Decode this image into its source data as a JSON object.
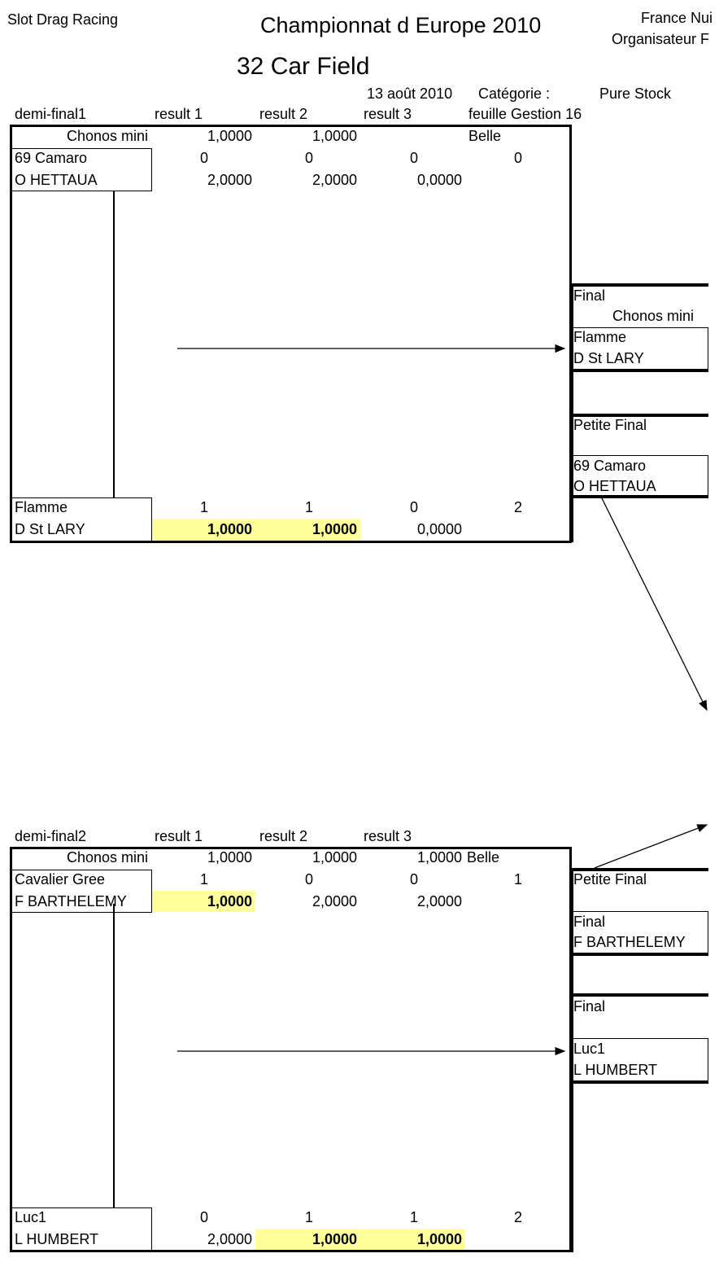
{
  "header": {
    "left": "Slot Drag Racing",
    "title": "Championnat d Europe 2010",
    "right1": "France Nui",
    "right2": "Organisateur F",
    "subtitle": "32 Car Field",
    "date": "13 août 2010",
    "category_label": "Catégorie :",
    "category": "Pure Stock",
    "sheet": "feuille Gestion 16"
  },
  "semi1": {
    "label": "demi-final1",
    "cols": [
      "result 1",
      "result 2",
      "result 3"
    ],
    "lane_row": {
      "name": "Chonos mini",
      "r1": "1,0000",
      "r2": "1,0000",
      "belle": "Belle"
    },
    "top": {
      "car": "69 Camaro",
      "driver": "O HETTAUA",
      "w1": "0",
      "w2": "0",
      "w3": "0",
      "total": "0",
      "t1": "2,0000",
      "t2": "2,0000",
      "t3": "0,0000"
    },
    "bottom": {
      "car": "Flamme",
      "driver": "D St LARY",
      "w1": "1",
      "w2": "1",
      "w3": "0",
      "total": "2",
      "t1": "1,0000",
      "t2": "1,0000",
      "t3": "0,0000"
    }
  },
  "semi2": {
    "label": "demi-final2",
    "cols": [
      "result 1",
      "result 2",
      "result 3"
    ],
    "lane_row": {
      "name": "Chonos mini",
      "r1": "1,0000",
      "r2": "1,0000",
      "r3": "1,0000",
      "belle": "Belle"
    },
    "top": {
      "car": "Cavalier Gree",
      "driver": "F BARTHELEMY",
      "w1": "1",
      "w2": "0",
      "w3": "0",
      "total": "1",
      "t1": "1,0000",
      "t2": "2,0000",
      "t3": "2,0000"
    },
    "bottom": {
      "car": "Luc1",
      "driver": "L HUMBERT",
      "w1": "0",
      "w2": "1",
      "w3": "1",
      "total": "2",
      "t1": "2,0000",
      "t2": "1,0000",
      "t3": "1,0000"
    }
  },
  "right1": {
    "final_label": "Final",
    "final_lane": "Chonos mini",
    "final_car": "Flamme",
    "final_driver": "D St LARY",
    "petite_label": "Petite Final",
    "petite_car": "69 Camaro",
    "petite_driver": "O HETTAUA"
  },
  "right2": {
    "petite_label": "Petite Final",
    "final_a_label": "Final",
    "final_a_driver": "F BARTHELEMY",
    "final_b_label": "Final",
    "final_b_car": "Luc1",
    "final_b_driver": "L HUMBERT"
  },
  "colors": {
    "highlight": "#ffff99"
  }
}
